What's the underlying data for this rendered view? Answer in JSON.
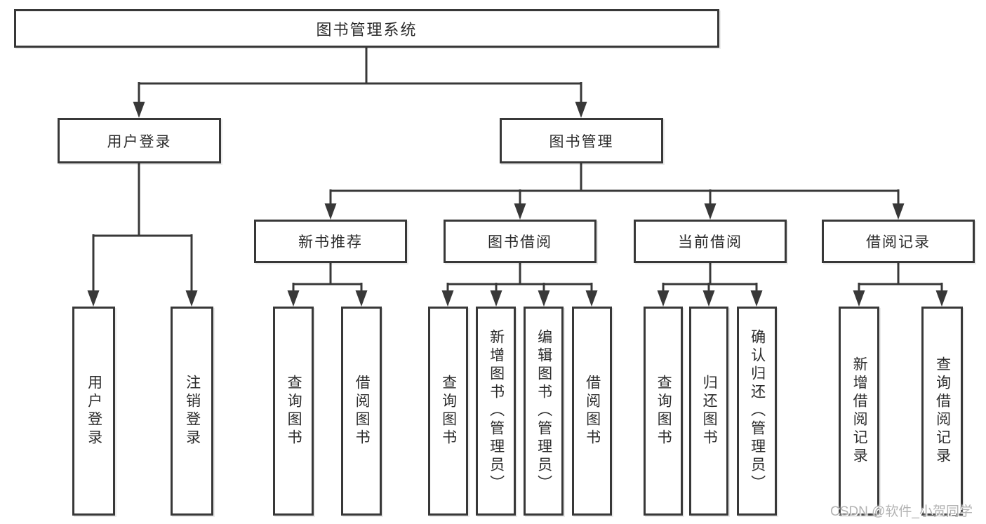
{
  "tree": {
    "root": "图书管理系统",
    "branches": [
      {
        "label": "用户登录",
        "leaves": [
          "用户登录",
          "注销登录"
        ]
      },
      {
        "label": "图书管理",
        "groups": [
          {
            "label": "新书推荐",
            "leaves": [
              "查询图书",
              "借阅图书"
            ]
          },
          {
            "label": "图书借阅",
            "leaves": [
              "查询图书",
              "新增图书（管理员）",
              "编辑图书（管理员）",
              "借阅图书"
            ]
          },
          {
            "label": "当前借阅",
            "leaves": [
              "查询图书",
              "归还图书",
              "确认归还（管理员）"
            ]
          },
          {
            "label": "借阅记录",
            "leaves": [
              "新增借阅记录",
              "查询借阅记录"
            ]
          }
        ]
      }
    ]
  },
  "watermark": "CSDN @软件_小贺同学",
  "colors": {
    "line": "#383838",
    "text": "#2b2b2b",
    "watermark": "#b3b3b3",
    "background": "#ffffff"
  }
}
